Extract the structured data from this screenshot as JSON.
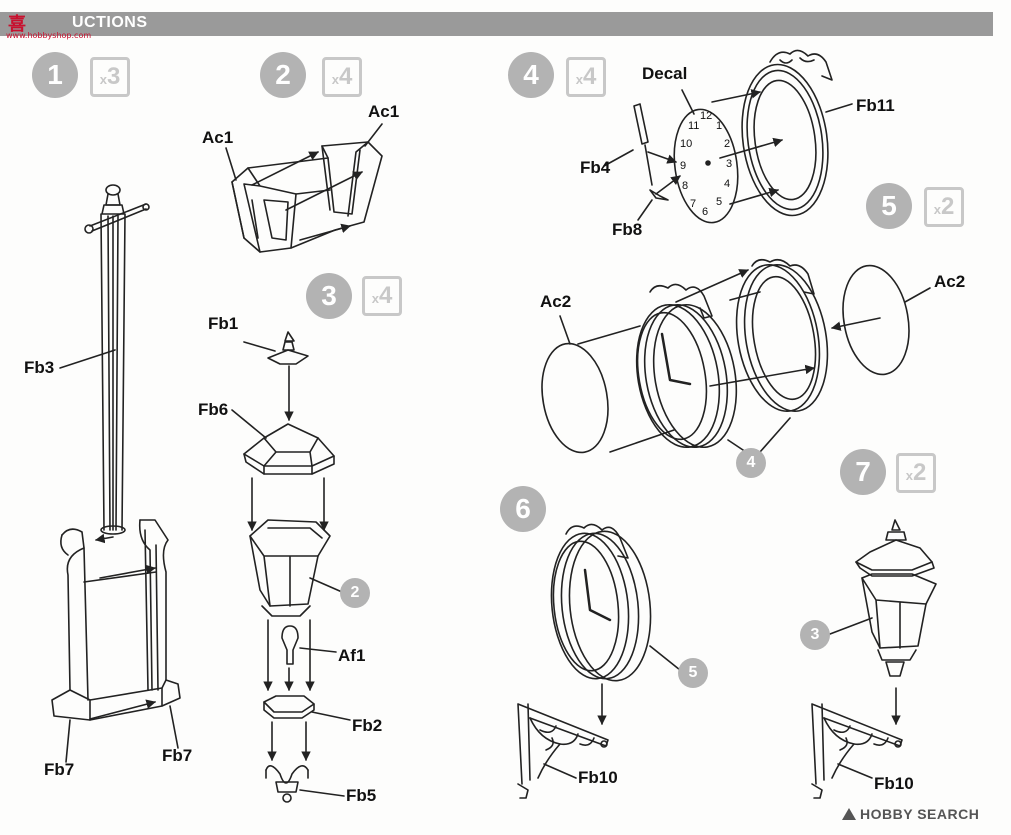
{
  "header": {
    "title": "UCTIONS",
    "logo_text": "喜",
    "logo_url": "www.hobbyshop.com"
  },
  "steps": [
    {
      "number": "1",
      "multiplier_prefix": "x",
      "multiplier_value": "3"
    },
    {
      "number": "2",
      "multiplier_prefix": "x",
      "multiplier_value": "4"
    },
    {
      "number": "3",
      "multiplier_prefix": "x",
      "multiplier_value": "4"
    },
    {
      "number": "4",
      "multiplier_prefix": "x",
      "multiplier_value": "4"
    },
    {
      "number": "5",
      "multiplier_prefix": "x",
      "multiplier_value": "2"
    },
    {
      "number": "6"
    },
    {
      "number": "7",
      "multiplier_prefix": "x",
      "multiplier_value": "2"
    }
  ],
  "labels": {
    "fb3": "Fb3",
    "fb7_left": "Fb7",
    "fb7_right": "Fb7",
    "ac1_left": "Ac1",
    "ac1_right": "Ac1",
    "fb1": "Fb1",
    "fb6": "Fb6",
    "af1": "Af1",
    "fb2": "Fb2",
    "fb5": "Fb5",
    "decal": "Decal",
    "fb11": "Fb11",
    "fb4": "Fb4",
    "fb8": "Fb8",
    "ac2_left": "Ac2",
    "ac2_right": "Ac2",
    "fb10_left": "Fb10",
    "fb10_right": "Fb10"
  },
  "refs": {
    "ref2": "2",
    "ref4": "4",
    "ref5": "5",
    "ref3": "3"
  },
  "clock_numerals": [
    "12",
    "1",
    "2",
    "3",
    "4",
    "5",
    "6",
    "7",
    "8",
    "9",
    "10",
    "11"
  ],
  "watermark": "HOBBY SEARCH",
  "colors": {
    "step_circle": "#b3b3b3",
    "multiplier_box": "#c8c8c8",
    "header_bar": "#9a9a9a",
    "logo_red": "#c8102e"
  }
}
